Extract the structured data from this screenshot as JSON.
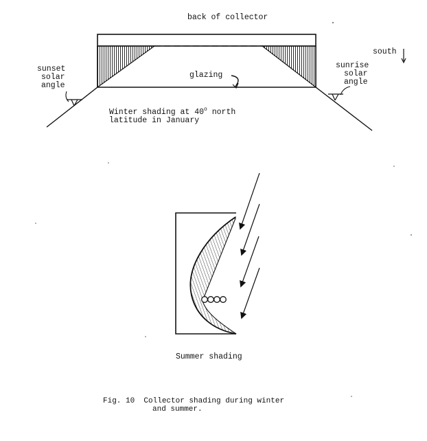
{
  "winter": {
    "back_label": "back of collector",
    "glazing_label": "glazing",
    "sunset_label": [
      "sunset",
      "solar",
      "angle"
    ],
    "sunrise_label": [
      "sunrise",
      "solar",
      "angle"
    ],
    "south_label": "south",
    "caption_line1_pre": "Winter shading at 40",
    "caption_degree": "o",
    "caption_line1_post": " north",
    "caption_line2": "latitude in January"
  },
  "summer": {
    "caption": "Summer shading"
  },
  "figure": {
    "caption_line1": "Fig. 10  Collector shading during winter",
    "caption_line2": "and summer."
  }
}
